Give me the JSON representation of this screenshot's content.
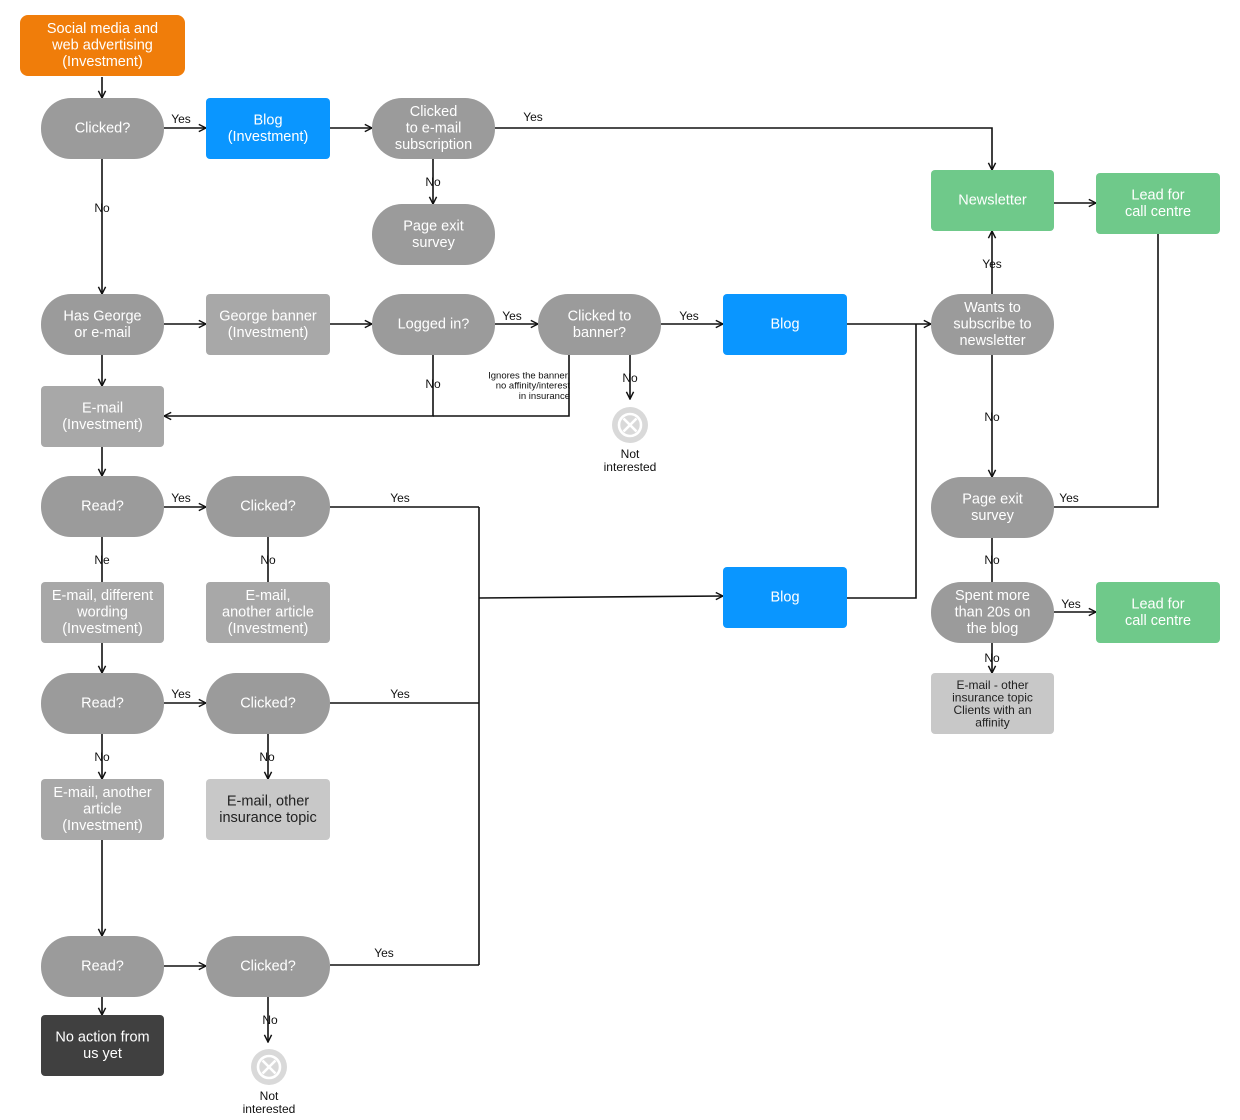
{
  "colors": {
    "orange": "#F07D0A",
    "blue": "#0A96FF",
    "green": "#6FC98A",
    "gray_decision": "#9B9B9B",
    "gray_action": "#A8A8A8",
    "light_gray": "#C8C8C8",
    "dark": "#404040",
    "line": "#111111",
    "not_interested_icon": "#D9D9D9"
  },
  "nodes": {
    "start": {
      "text": "Social media and web advertising (Investment)",
      "lines": [
        "Social media and",
        "web advertising",
        "(Investment)"
      ],
      "style": "orange"
    },
    "clicked1": {
      "lines": [
        "Clicked?"
      ],
      "style": "decision"
    },
    "blog_inv": {
      "lines": [
        "Blog",
        "(Investment)"
      ],
      "style": "blue"
    },
    "clicked_email_sub": {
      "lines": [
        "Clicked",
        "to e-mail",
        "subscription"
      ],
      "style": "decision"
    },
    "page_exit_survey_1": {
      "lines": [
        "Page exit",
        "survey"
      ],
      "style": "decision"
    },
    "newsletter": {
      "lines": [
        "Newsletter"
      ],
      "style": "green"
    },
    "lead_cc_1": {
      "lines": [
        "Lead for",
        "call centre"
      ],
      "style": "green"
    },
    "has_george": {
      "lines": [
        "Has George",
        "or e-mail"
      ],
      "style": "decision"
    },
    "george_banner": {
      "lines": [
        "George banner",
        "(Investment)"
      ],
      "style": "action"
    },
    "logged_in": {
      "lines": [
        "Logged in?"
      ],
      "style": "decision"
    },
    "clicked_banner": {
      "lines": [
        "Clicked to",
        "banner?"
      ],
      "style": "decision"
    },
    "blog_1": {
      "lines": [
        "Blog"
      ],
      "style": "blue"
    },
    "wants_subscribe": {
      "lines": [
        "Wants to",
        "subscribe to",
        "newsletter"
      ],
      "style": "decision"
    },
    "email_inv": {
      "lines": [
        "E-mail",
        "(Investment)"
      ],
      "style": "action"
    },
    "read_1": {
      "lines": [
        "Read?"
      ],
      "style": "decision"
    },
    "clicked_2": {
      "lines": [
        "Clicked?"
      ],
      "style": "decision"
    },
    "page_exit_survey_2": {
      "lines": [
        "Page exit",
        "survey"
      ],
      "style": "decision"
    },
    "email_diff_wording": {
      "lines": [
        "E-mail, different",
        "wording",
        "(Investment)"
      ],
      "style": "action"
    },
    "email_another_article_inv": {
      "lines": [
        "E-mail,",
        "another article",
        "(Investment)"
      ],
      "style": "action"
    },
    "blog_2": {
      "lines": [
        "Blog"
      ],
      "style": "blue"
    },
    "spent_more": {
      "lines": [
        "Spent more",
        "than 20s on",
        "the blog"
      ],
      "style": "decision"
    },
    "lead_cc_2": {
      "lines": [
        "Lead for",
        "call centre"
      ],
      "style": "green"
    },
    "email_other_topic_aff": {
      "lines": [
        "E-mail - other",
        "insurance topic",
        "Clients with an",
        "affinity"
      ],
      "style": "light"
    },
    "read_2": {
      "lines": [
        "Read?"
      ],
      "style": "decision"
    },
    "clicked_3": {
      "lines": [
        "Clicked?"
      ],
      "style": "decision"
    },
    "email_another_article_2": {
      "lines": [
        "E-mail, another",
        "article",
        "(Investment)"
      ],
      "style": "action"
    },
    "email_other_topic": {
      "lines": [
        "E-mail, other",
        "insurance topic"
      ],
      "style": "light"
    },
    "read_3": {
      "lines": [
        "Read?"
      ],
      "style": "decision"
    },
    "clicked_4": {
      "lines": [
        "Clicked?"
      ],
      "style": "decision"
    },
    "no_action": {
      "lines": [
        "No action from",
        "us yet"
      ],
      "style": "dark"
    }
  },
  "labels": {
    "yes": "Yes",
    "no": "No",
    "ne": "Ne",
    "not_interested": [
      "Not",
      "interested"
    ],
    "ignores_note": [
      "Ignores the banner,",
      "no affinity/interest",
      "in insurance"
    ]
  }
}
